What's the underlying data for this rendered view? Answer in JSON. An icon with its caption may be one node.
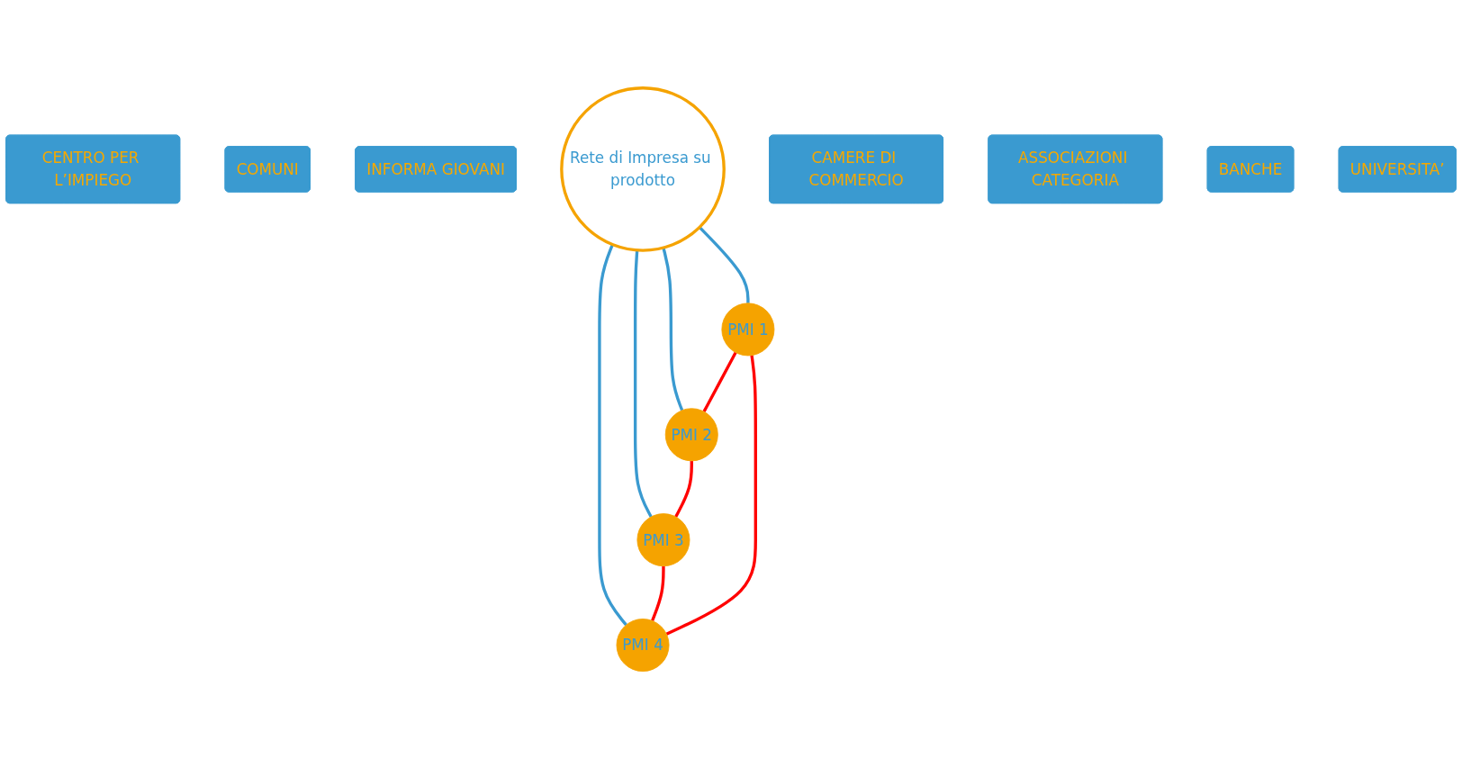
{
  "diagram": {
    "nodes": [
      {
        "text": [
          "CENTRO PER L’IMPIEGO"
        ]
      },
      {
        "text": [
          "PMI 1"
        ]
      },
      {
        "text": [
          "COMUNI"
        ]
      },
      {
        "text": [
          "INFORMA GIOVANI"
        ]
      },
      {
        "text": [
          "PMI 4"
        ]
      },
      {
        "text": [
          "Rete di Impresa su prodotto"
        ]
      },
      {
        "text": [
          "PMI 2"
        ]
      },
      {
        "text": [
          "CAMERE DI COMMERCIO"
        ]
      },
      {
        "text": [
          "ASSOCIAZIONI CATEGORIA"
        ]
      },
      {
        "text": [
          "PMI 3"
        ]
      },
      {
        "text": [
          "BANCHE"
        ]
      },
      {
        "text": [
          "UNIVERSITA’"
        ]
      }
    ],
    "edges": [
      {
        "from": 5,
        "to": 1,
        "arrow": "none",
        "color": "#3a9ad0"
      },
      {
        "from": 5,
        "to": 6,
        "arrow": "none",
        "color": "#3a9ad0"
      },
      {
        "from": 5,
        "to": 9,
        "arrow": "none",
        "color": "#3a9ad0"
      },
      {
        "from": 5,
        "to": 4,
        "arrow": "none",
        "color": "#3a9ad0"
      },
      {
        "from": 1,
        "to": 6,
        "arrow": "none",
        "color": "#ff0000"
      },
      {
        "from": 6,
        "to": 9,
        "arrow": "none",
        "color": "#ff0000"
      },
      {
        "from": 9,
        "to": 4,
        "arrow": "none",
        "color": "#ff0000"
      },
      {
        "from": 4,
        "to": 1,
        "arrow": "none",
        "color": "#ff0000"
      }
    ]
  }
}
